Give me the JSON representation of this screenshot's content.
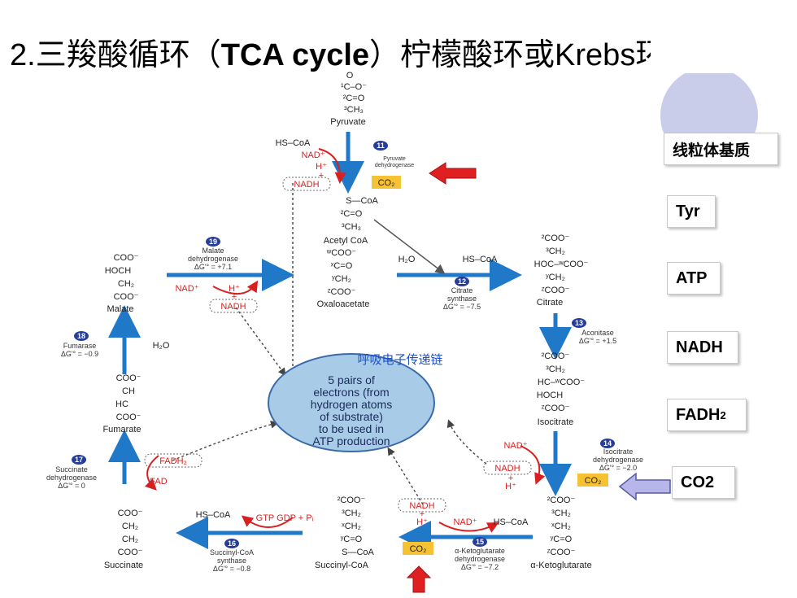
{
  "title": {
    "prefix": "2.三羧酸循环（",
    "bold": "TCA cycle",
    "suffix": "）柠檬酸环或Krebs环"
  },
  "side_labels": [
    "线粒体基质",
    "Tyr",
    "ATP",
    "NADH",
    "FADH",
    "2",
    "CO2"
  ],
  "center": {
    "cn_label": "呼吸电子传递链",
    "lines": [
      "5 pairs of",
      "electrons (from",
      "hydrogen atoms",
      "of substrate)",
      "to be used in",
      "ATP production"
    ]
  },
  "molecules": {
    "pyruvate": "Pyruvate",
    "acetyl_coa": "Acetyl CoA",
    "oxaloacetate": "Oxaloacetate",
    "citrate": "Citrate",
    "isocitrate": "Isocitrate",
    "alpha_kg": "α-Ketoglutarate",
    "succinyl_coa": "Succinyl-CoA",
    "succinate": "Succinate",
    "fumarate": "Fumarate",
    "malate": "Malate"
  },
  "enzymes": {
    "e11": {
      "num": "11",
      "lines": [
        "Pyruvate",
        "dehydrogenase"
      ]
    },
    "e12": {
      "num": "12",
      "lines": [
        "Citrate",
        "synthase",
        "ΔG'° = −7.5"
      ]
    },
    "e13": {
      "num": "13",
      "lines": [
        "Aconitase",
        "ΔG'° = +1.5"
      ]
    },
    "e14": {
      "num": "14",
      "lines": [
        "Isocitrate",
        "dehydrogenase",
        "ΔG'° = −2.0"
      ]
    },
    "e15": {
      "num": "15",
      "lines": [
        "α-Ketoglutarate",
        "dehydrogenase",
        "ΔG'° = −7.2"
      ]
    },
    "e16": {
      "num": "16",
      "lines": [
        "Succinyl-CoA",
        "synthase",
        "ΔG'° = −0.8"
      ]
    },
    "e17": {
      "num": "17",
      "lines": [
        "Succinate",
        "dehydrogenase",
        "ΔG'° = 0"
      ]
    },
    "e18": {
      "num": "18",
      "lines": [
        "Fumarase",
        "ΔG'° = −0.9"
      ]
    },
    "e19": {
      "num": "19",
      "lines": [
        "Malate",
        "dehydrogenase",
        "ΔG'° = +7.1"
      ]
    }
  },
  "cofactors": {
    "hs_coa": "HS–CoA",
    "nad": "NAD⁺",
    "h": "H⁺",
    "plus": "+",
    "nadh": "NADH",
    "co2": "CO₂",
    "h2o": "H₂O",
    "fadh2": "FADH₂",
    "fad": "FAD",
    "gtp_gdp": "GTP  GDP + Pᵢ",
    "s_coa": "S—CoA"
  },
  "structures": {
    "pyruvate": [
      "O",
      "¹C–O⁻",
      "²C=O",
      "³CH₃"
    ],
    "acetyl": [
      "S—CoA",
      "²C=O",
      "³CH₃"
    ],
    "oxaloacetate": [
      "ʷCOO⁻",
      "ˣC=O",
      "ʸCH₂",
      "ᶻCOO⁻"
    ],
    "citrate": [
      "²COO⁻",
      "³CH₂",
      "HOC–ʷCOO⁻",
      "ʸCH₂",
      "ᶻCOO⁻"
    ],
    "isocitrate": [
      "²COO⁻",
      "³CH₂",
      "HC–ʷCOO⁻",
      "HOCH",
      "ᶻCOO⁻"
    ],
    "akg": [
      "²COO⁻",
      "³CH₂",
      "ˣCH₂",
      "ʸC=O",
      "ᶻCOO⁻"
    ],
    "succinylcoa": [
      "²COO⁻",
      "³CH₂",
      "ˣCH₂",
      "ʸC=O",
      "S—CoA"
    ],
    "succinate": [
      "COO⁻",
      "CH₂",
      "CH₂",
      "COO⁻"
    ],
    "fumarate": [
      "COO⁻",
      "CH",
      "HC",
      "COO⁻"
    ],
    "malate": [
      "COO⁻",
      "HOCH",
      "CH₂",
      "COO⁻"
    ]
  },
  "colors": {
    "arrow_blue": "#1f78c8",
    "red": "#d92020",
    "highlight": "#f6c233",
    "badge": "#263e9a",
    "circle_fill": "#a8cce8",
    "circle_stroke": "#3a6aa8"
  }
}
